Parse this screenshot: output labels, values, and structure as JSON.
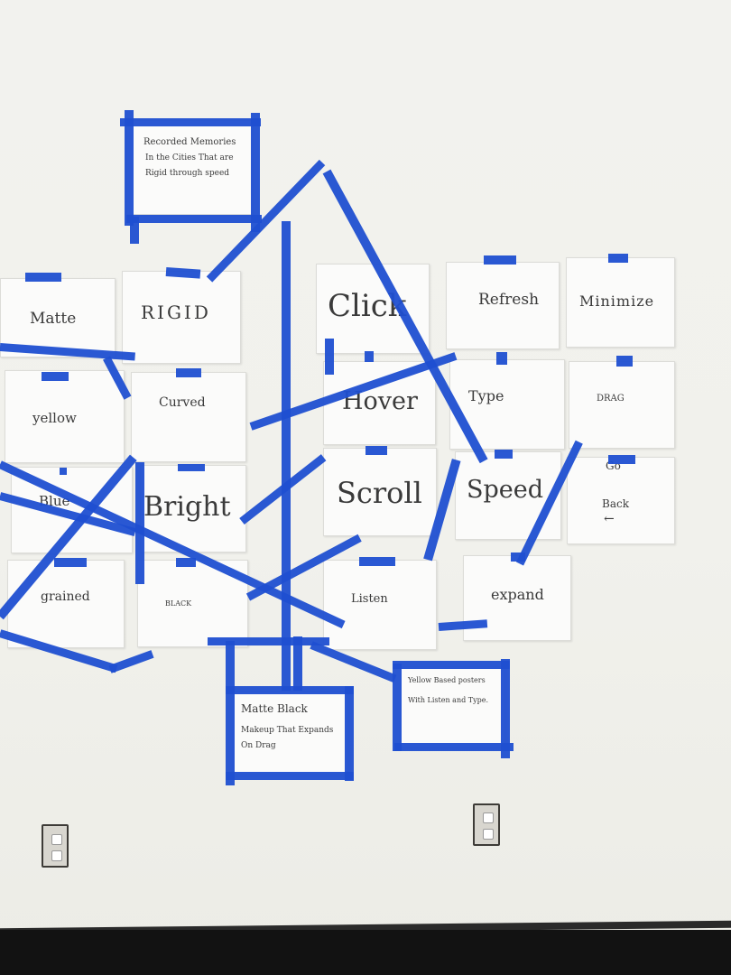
{
  "notes": {
    "theme": [
      "Recorded Memories",
      "In the Cities That are",
      "Rigid through speed"
    ],
    "matte": "Matte",
    "rigid": "RIGID",
    "click": "Click",
    "refresh": "Refresh",
    "minimize": "Minimize",
    "yellow": "yellow",
    "curved": "Curved",
    "hover": "Hover",
    "type": "Type",
    "drag": "DRAG",
    "blue": "Blue",
    "bright": "Bright",
    "scroll": "Scroll",
    "speed": "Speed",
    "go_back": [
      "Go",
      "Back",
      "←"
    ],
    "grained": "grained",
    "black": "BLACK",
    "listen": "Listen",
    "expand": "expand",
    "matte_black": [
      "Matte Black",
      "Makeup That Expands",
      "On Drag"
    ],
    "yellow_posters": [
      "Yellow Based posters",
      "With Listen and Type."
    ]
  },
  "colors": {
    "tape": "#1f4fd1",
    "wall": "#f1f1ec",
    "paper": "#fbfbfa",
    "ink": "#3a3a3a",
    "baseboard": "#121212"
  },
  "icons": [
    "electrical-outlet-icon",
    "electrical-outlet-icon"
  ]
}
